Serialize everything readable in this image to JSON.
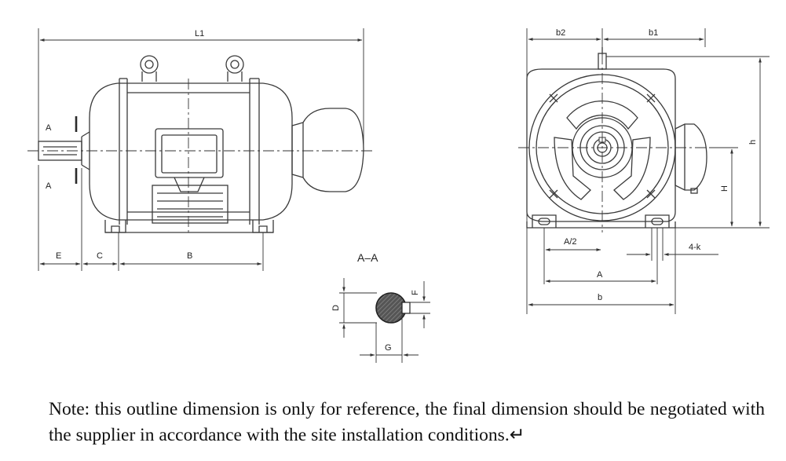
{
  "labels": {
    "L1": "L1",
    "A_left_top": "A",
    "A_left_bottom": "A",
    "E": "E",
    "C": "C",
    "B": "B",
    "AA": "A–A",
    "D": "D",
    "F": "F",
    "G": "G",
    "b2": "b2",
    "b1": "b1",
    "h": "h",
    "H": "H",
    "A_half": "A/2",
    "k": "4-k",
    "A_front": "A",
    "b": "b"
  },
  "note": "Note: this outline dimension is only for reference, the final dimension should be negotiated with the supplier in accordance with the site installation conditions.↵"
}
